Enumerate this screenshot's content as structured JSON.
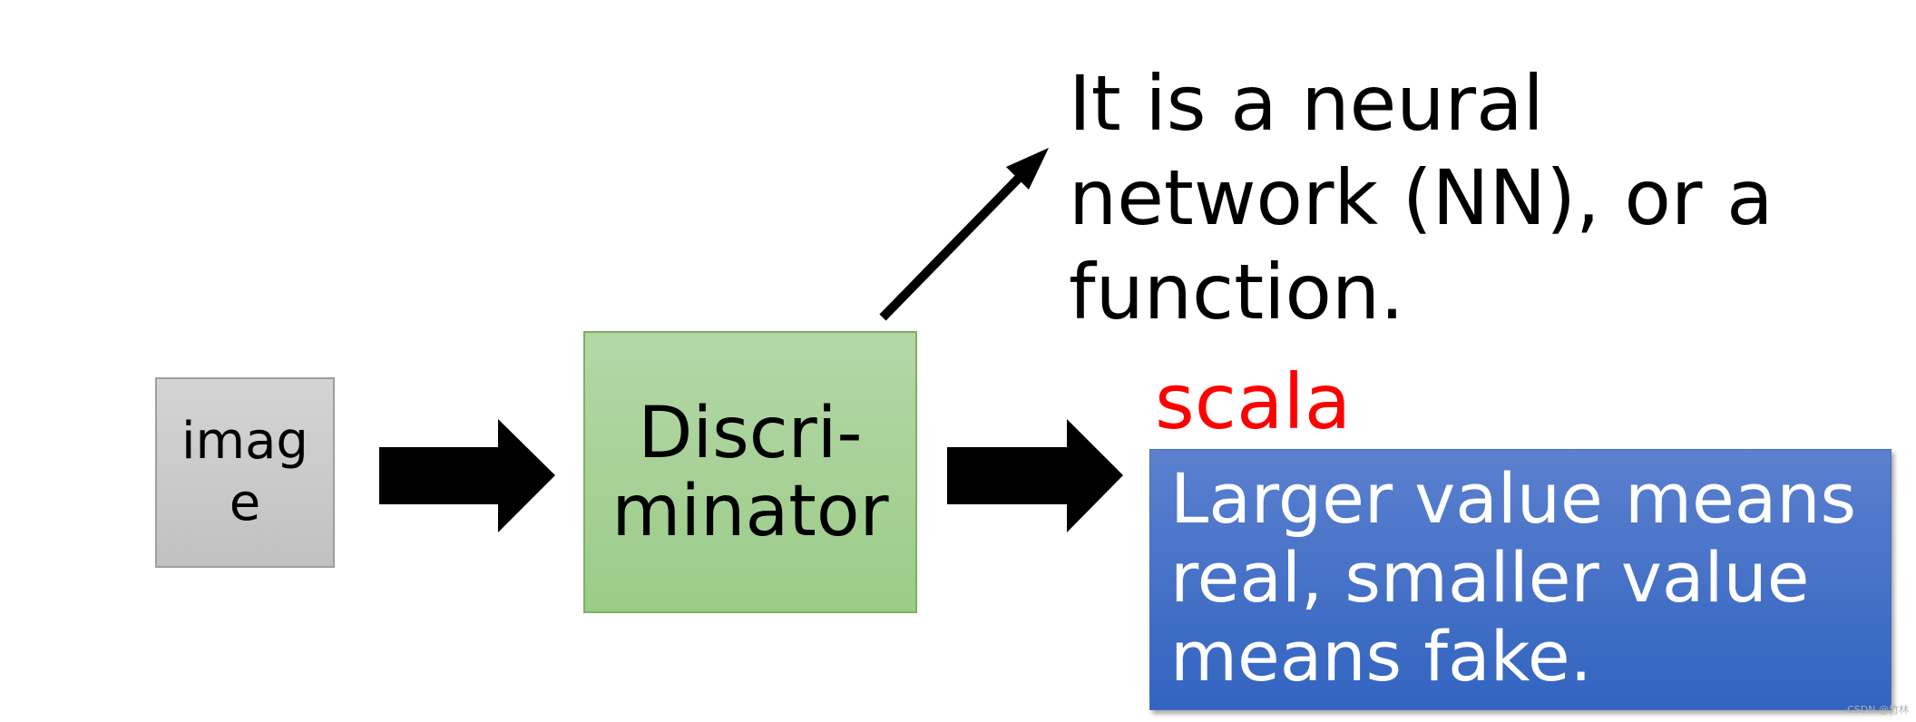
{
  "nodes": {
    "image": "imag\ne",
    "discriminator": "Discri-\nminator"
  },
  "annotation": "It is a neural\nnetwork (NN), or a\nfunction.",
  "output": {
    "label": "scala",
    "description": "Larger value means\nreal, smaller value\nmeans fake."
  },
  "watermark": "CSDN @竹林",
  "colors": {
    "image_box": "#c8c8c8",
    "discriminator_box": "#a9d18e",
    "output_box": "#4472c4",
    "scala_text": "#ff0000",
    "arrows": "#000000"
  }
}
